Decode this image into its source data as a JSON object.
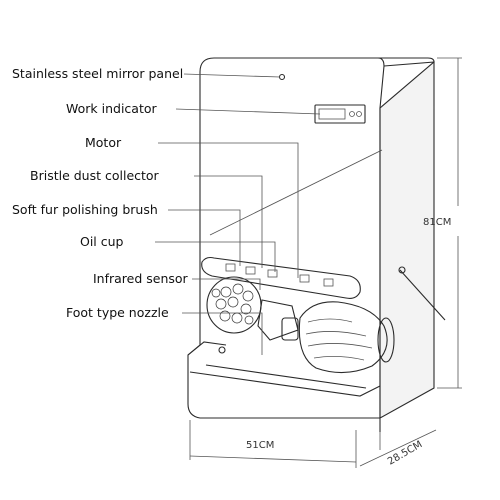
{
  "labels": {
    "mirror_panel": "Stainless steel mirror panel",
    "work_indicator": "Work indicator",
    "motor": "Motor",
    "bristle_dust_collector": "Bristle dust collector",
    "soft_fur_brush": "Soft fur polishing brush",
    "oil_cup": "Oil cup",
    "infrared_sensor": "Infrared sensor",
    "foot_nozzle": "Foot type nozzle"
  },
  "dimensions": {
    "height": "81CM",
    "width": "51CM",
    "depth": "28.5CM"
  }
}
